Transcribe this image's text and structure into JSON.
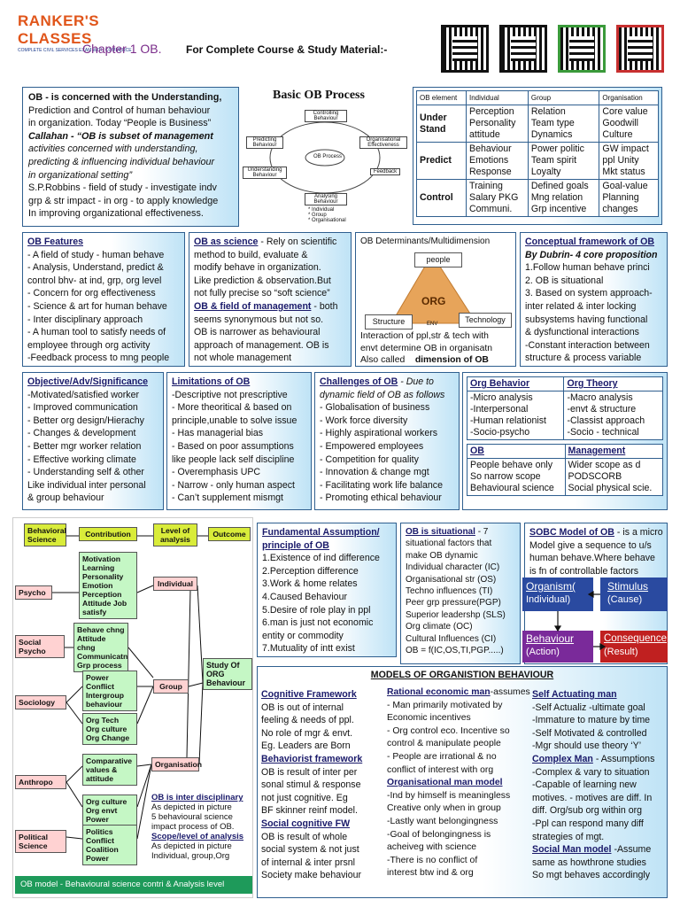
{
  "header": {
    "logo_brand": "RANKER'S CLASSES",
    "logo_tagline": "COMPLETE CIVIL SERVICES EXAM WITH COMMERCE",
    "chapter": "Chapter 1 OB.",
    "material": "For Complete Course & Study Material:-"
  },
  "definition": {
    "lines": [
      "OB - is concerned with the Understanding,",
      "Prediction and Control of human behaviour",
      "in organization. Today “People is Business”",
      "Callahan - “OB is subset of management",
      "activities concerned with understanding,",
      "predicting & influencing individual behaviour",
      "in organizational setting”",
      "S.P.Robbins - field of study - investigate indv",
      "grp & str impact - in org - to apply knowledge",
      "In improving organizational effectiveness."
    ]
  },
  "process": {
    "title": "Basic OB Process",
    "center": "OB Process",
    "nodes": [
      "Controlling Behaviour",
      "Organisational Effectiveness",
      "Feedback",
      "Analysing Behaviour",
      "Understanding Behaviour",
      "Predicting Behaviour"
    ],
    "levels": [
      "* Individual",
      "* Group",
      "* Organisational"
    ]
  },
  "element_table": {
    "headers": [
      "OB element",
      "Individual",
      "Group",
      "Organisation"
    ],
    "rows": [
      {
        "label": "Under Stand",
        "ind": [
          "Perception",
          "Personality",
          "attitude"
        ],
        "grp": [
          "Relation",
          "Team type",
          "Dynamics"
        ],
        "org": [
          "Core value",
          "Goodwill",
          "Culture"
        ]
      },
      {
        "label": "Predict",
        "ind": [
          "Behaviour",
          "Emotions",
          "Response"
        ],
        "grp": [
          "Power politic",
          "Team spirit",
          "Loyalty"
        ],
        "org": [
          "GW impact",
          "ppl Unity",
          "Mkt status"
        ]
      },
      {
        "label": "Control",
        "ind": [
          "Training",
          "Salary PKG",
          "Communi."
        ],
        "grp": [
          "Defined goals",
          "Mng relation",
          "Grp incentive"
        ],
        "org": [
          "Goal-value",
          "Planning",
          "changes"
        ]
      }
    ]
  },
  "features": {
    "title": "OB Features",
    "lines": [
      "- A field of study - human behave",
      "- Analysis, Understand, predict &",
      "control bhv- at ind, grp, org level",
      "- Concern for org effectiveness",
      "- Science & art for human behave",
      "- Inter disciplinary approach",
      "- A human tool to satisfy needs of",
      "employee through org activity",
      "-Feedback process to mng people"
    ]
  },
  "science": {
    "title": "OB as science",
    "lines": [
      "- Rely on scientific",
      "method to build, evaluate &",
      "modify behave in organization.",
      "Like prediction & observation.But",
      "not fully precise so “soft science”"
    ],
    "title2": "OB & field of management",
    "lines2": [
      "- both",
      "seems synonymous but not so.",
      "OB is narrower as behavioural",
      "approach of management. OB is",
      "not whole management"
    ]
  },
  "determinants": {
    "title": "OB Determinants/Multidimension",
    "top": "people",
    "center": "ORG",
    "left": "Structure",
    "right": "Technology",
    "env": "ENV",
    "lines": [
      "Interaction of ppl,str & tech with",
      "envt determine OB in organisatn",
      "Also called"
    ],
    "bold": "dimension of OB"
  },
  "conceptual": {
    "title": "Conceptual framework of OB",
    "sub": "By Dubrin- 4 core proposition",
    "lines": [
      "1.Follow human behave princi",
      "2. OB is situational",
      "3. Based on system approach-",
      "inter related & inter locking",
      "subsystems having functional",
      "& dysfunctional interactions",
      "-Constant interaction between",
      "structure & process variable"
    ]
  },
  "objective": {
    "title": "Objective/Adv/Significance",
    "lines": [
      "-Motivated/satisfied worker",
      "- Improved communication",
      "- Better org design/Hierachy",
      "- Changes & development",
      "- Better mgr worker relation",
      "- Effective working climate",
      "- Understanding self & other",
      "Like individual inter personal",
      "& group behaviour"
    ]
  },
  "limitations": {
    "title": "Limitations of OB",
    "lines": [
      "-Descriptive not prescriptive",
      "- More theoritical & based on",
      "principle,unable to solve issue",
      "- Has managerial bias",
      "- Based on poor assumptions",
      "like people lack self discipline",
      "- Overemphasis UPC",
      "- Narrow - only human aspect",
      "- Can’t supplement mismgt"
    ]
  },
  "challenges": {
    "title": "Challenges of OB",
    "title_note": "- Due to",
    "note2": "dynamic field of OB as follows",
    "lines": [
      "- Globalisation of business",
      "- Work force diversity",
      "- Highly aspirational workers",
      "- Empowered employees",
      "- Competition for quality",
      "- Innovation & change mgt",
      "- Facilitating work life balance",
      "- Promoting ethical behaviour"
    ]
  },
  "compare1": {
    "h1": "Org Behavior",
    "h2": "Org Theory",
    "c1": [
      "-Micro analysis",
      "-Interpersonal",
      "-Human relationist",
      "-Socio-psycho"
    ],
    "c2": [
      "-Macro analysis",
      "-envt & structure",
      "-Classist approach",
      "-Socio - technical"
    ]
  },
  "compare2": {
    "h1": "OB",
    "h2": "Management",
    "c1": [
      "People behave only",
      "So narrow scope",
      "Behavioural science"
    ],
    "c2": [
      "Wider scope as d",
      "PODSCORB",
      "Social physical scie."
    ]
  },
  "model": {
    "behavioral": "Behavioral Science",
    "contribution": "Contribution",
    "level": "Level of analysis",
    "outcome": "Outcome",
    "psycho_items": "Motivation Learning Personality Emotion Perception Attitude Job satisfy",
    "psycho": "Psycho",
    "individual": "Individual",
    "social": "Social Psycho",
    "social_items": "Behave chng Attitude chng Communicatn Grp process",
    "study": "Study Of ORG Behaviour",
    "sociology": "Sociology",
    "soc_items": "Power Conflict Intergroup behaviour",
    "soc_items2": "Org Tech Org culture Org Change",
    "group": "Group",
    "anthro": "Anthropo",
    "anth_items": "Comparative values & attitude",
    "anth_items2": "Org culture Org envt Power",
    "organisation": "Organisation",
    "political": "Political Science",
    "pol_items": "Politics Conflict Coalition Power",
    "footer": "OB model - Behavioural science contri & Analysis level",
    "inter_title": "OB is inter disciplinary",
    "inter_text": [
      "As depicted in picture",
      "5 behavioural science",
      "impact process of OB."
    ],
    "scope_title": "Scope/level of analysis",
    "scope_text": [
      "As depicted in picture",
      "Individual, group,Org"
    ]
  },
  "assumption": {
    "title": "Fundamental Assumption/",
    "title2": "principle of OB",
    "lines": [
      "1.Existence of ind difference",
      "2.Perception difference",
      "3.Work & home relates",
      "4.Caused Behaviour",
      "5.Desire of role play in ppl",
      "6.man is just not economic",
      "entity or commodity",
      "7.Mutuality of intt exist"
    ]
  },
  "situational": {
    "title": "OB is situational",
    "after": "- 7",
    "lines": [
      "situational factors that",
      "make OB dynamic",
      "Individual character (IC)",
      "Organisational str (OS)",
      "Techno influences (TI)",
      "Peer grp pressure(PGP)",
      "Superior leadershp (SLS)",
      "Org climate (OC)",
      "Cultural Influences (CI)",
      "OB = f(IC,OS,TI,PGP.....)"
    ]
  },
  "sobc": {
    "title": "SOBC Model of OB",
    "lines": [
      "- is a micro",
      "Model give a sequence to u/s",
      "human behave.Where behave",
      "is fn of controllable factors"
    ],
    "organism": "Organism(",
    "organism2": "Individual)",
    "stimulus": "Stimulus",
    "stimulus2": "(Cause)",
    "behaviour": "Behaviour",
    "behaviour2": "(Action)",
    "consequence": "Consequence",
    "consequence2": "(Result)"
  },
  "models": {
    "title": "MODELS OF ORGANISTION BEHAVIOUR",
    "col1": [
      {
        "h": "Cognitive Framework",
        "l": [
          "OB is out of internal",
          "feeling & needs of ppl.",
          "No role of mgr & envt.",
          "Eg. Leaders are Born"
        ]
      },
      {
        "h": "Behaviorist framework",
        "l": [
          "OB is result of inter per",
          "sonal stimul & response",
          "not just cognitive. Eg",
          "BF skinner reinf model."
        ]
      },
      {
        "h": "Social cognitive FW",
        "l": [
          "OB is result of whole",
          "social system & not just",
          "of internal & inter prsnl",
          "Society make behaviour"
        ]
      }
    ],
    "col2": [
      {
        "h": "Rational economic man",
        "h_after": "-assumes",
        "l": [
          "- Man primarily motivated by",
          "Economic incentives",
          "- Org control eco. Incentive so",
          "control & manipulate people",
          "- People are irrational & no",
          "conflict of interest with org"
        ]
      },
      {
        "h": "Organisational man model",
        "l": [
          "-Ind by himself is meaningless",
          "Creative only when in group",
          "-Lastly want belongingness",
          "-Goal of belongingness is",
          "acheiveg with science",
          "-There is no conflict of",
          "interest btw ind & org"
        ]
      }
    ],
    "col3": [
      {
        "h": "Self Actuating man",
        "l": [
          "-Self Actualiz -ultimate goal",
          "-Immature to mature by time",
          "-Self Motivated & controlled",
          "-Mgr should use theory ‘Y’"
        ]
      },
      {
        "h": "Complex Man",
        "h_after": "- Assumptions",
        "l": [
          "-Complex & vary to situation",
          "-Capable of learning new",
          "motives. - motives are diff. In",
          "diff. Org/sub org within org",
          "-Ppl can respond many diff",
          "strategies of mgt."
        ]
      },
      {
        "h": "Social Man model",
        "h_after": "-Assume",
        "l": [
          "same as howthrone studies",
          "So mgt behaves accordingly"
        ]
      }
    ]
  }
}
